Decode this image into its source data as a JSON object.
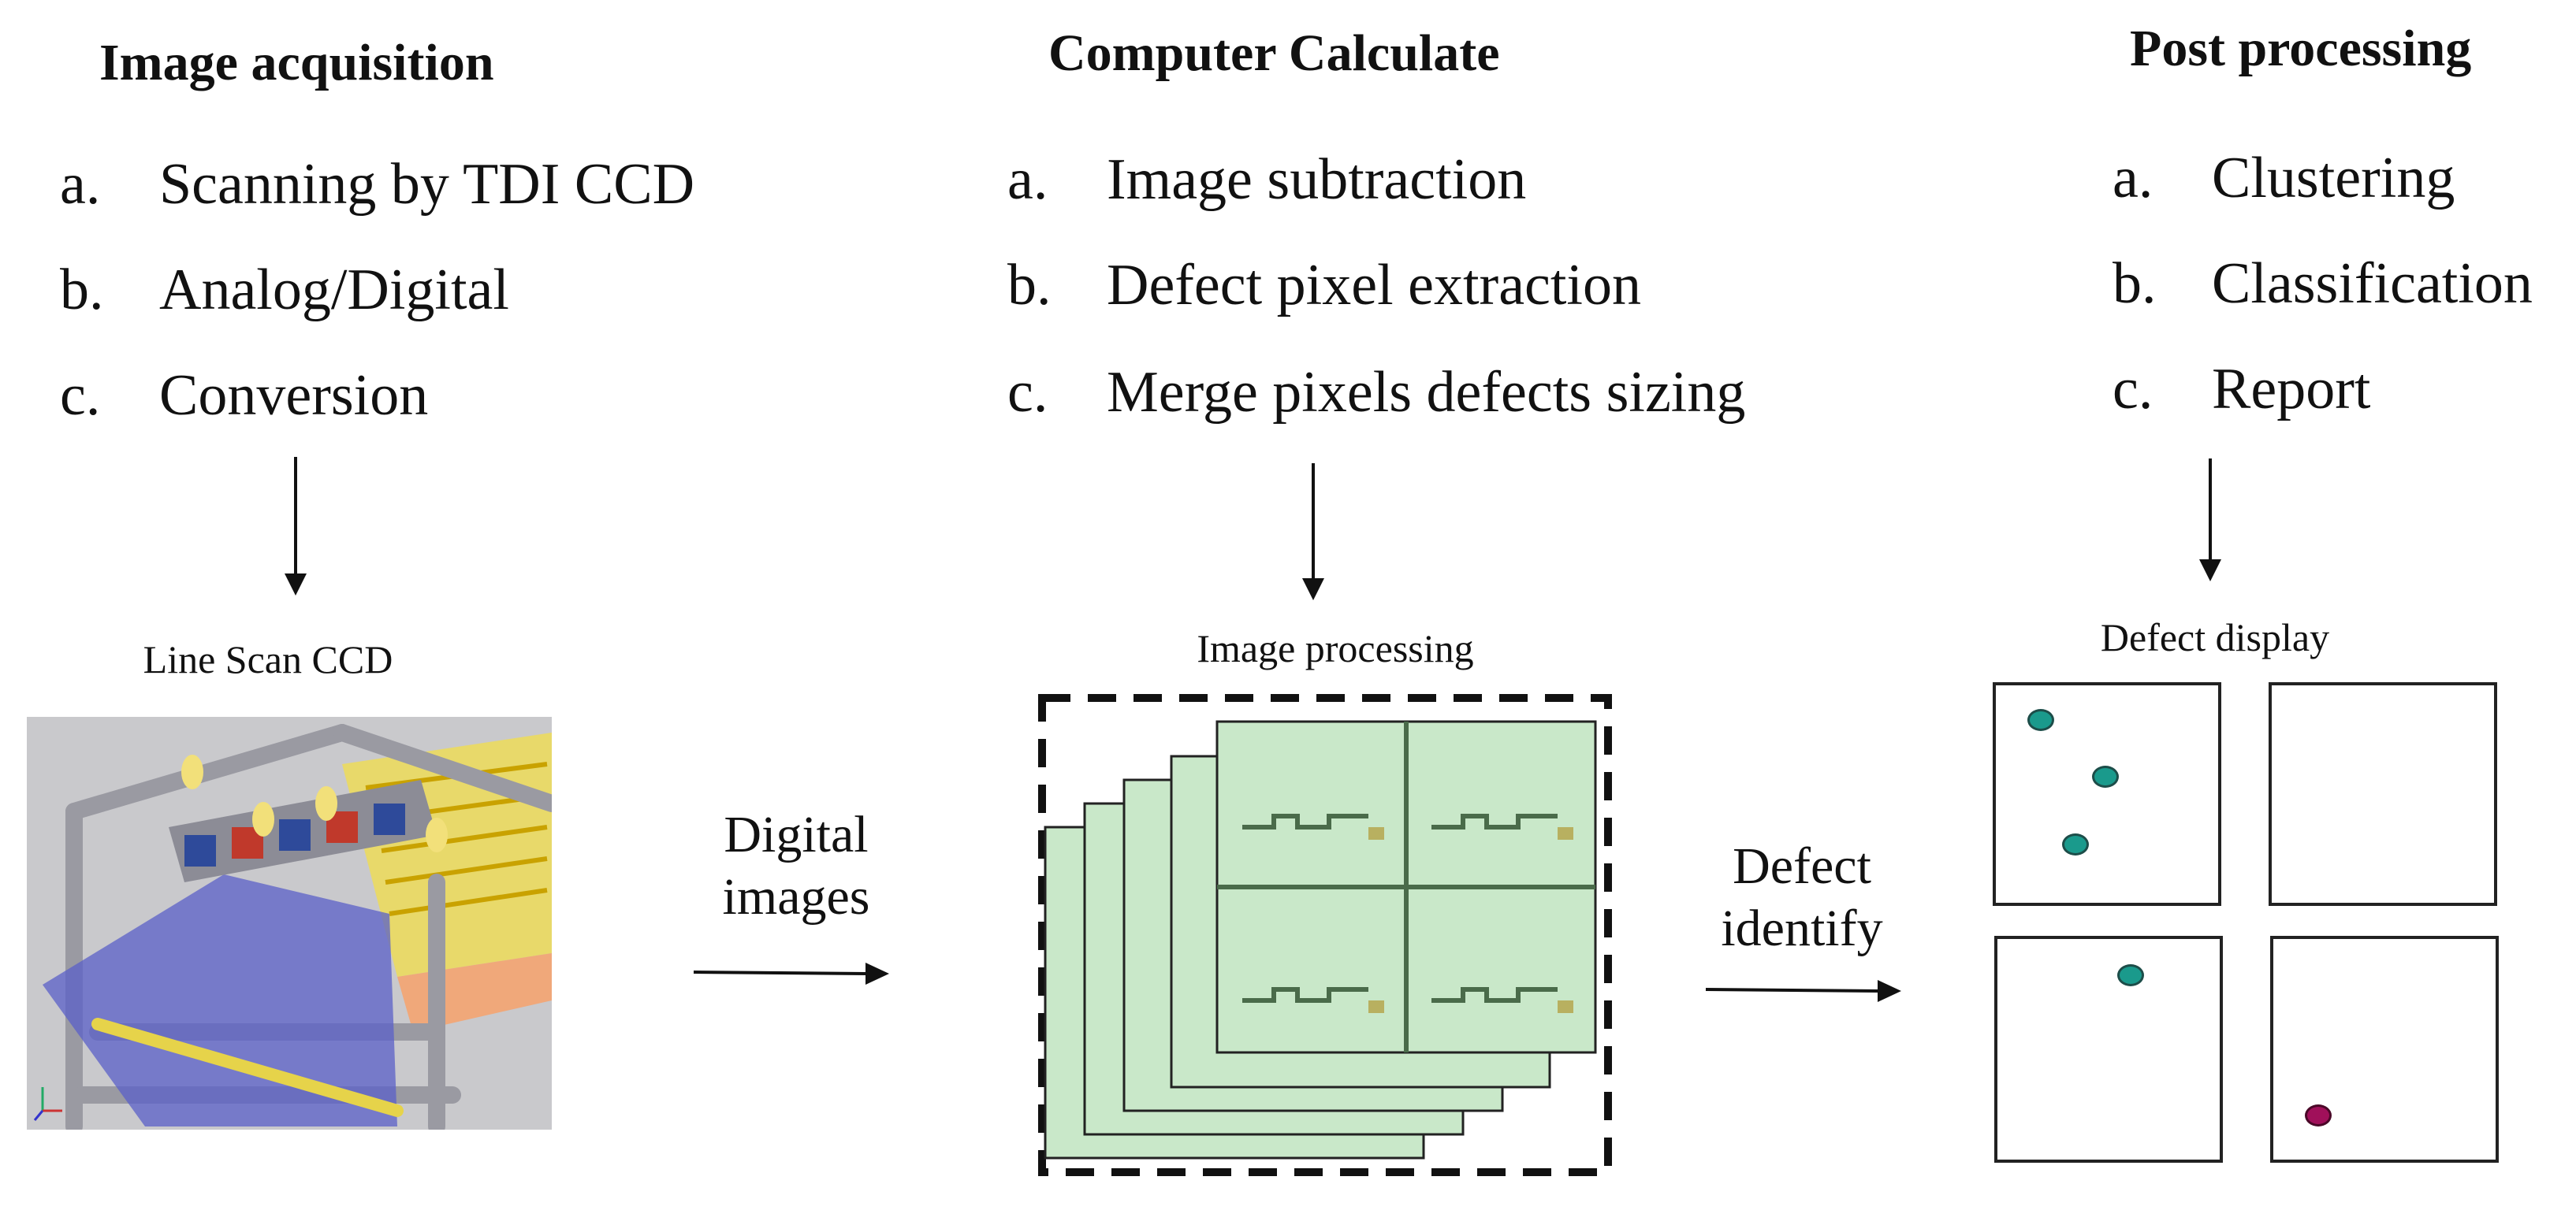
{
  "columns": [
    {
      "title": "Image acquisition",
      "items": [
        {
          "letter": "a.",
          "text": "Scanning by TDI CCD"
        },
        {
          "letter": "b.",
          "text": "Analog/Digital"
        },
        {
          "letter": "c.",
          "text": "Conversion"
        }
      ],
      "caption": "Line Scan CCD"
    },
    {
      "title": "Computer  Calculate",
      "items": [
        {
          "letter": "a.",
          "text": "Image subtraction"
        },
        {
          "letter": "b.",
          "text": "Defect pixel extraction"
        },
        {
          "letter": "c.",
          "text": "Merge pixels defects sizing"
        }
      ],
      "caption": "Image processing"
    },
    {
      "title": "Post processing",
      "items": [
        {
          "letter": "a.",
          "text": "Clustering"
        },
        {
          "letter": "b.",
          "text": "Classification"
        },
        {
          "letter": "c.",
          "text": "Report"
        }
      ],
      "caption": "Defect display"
    }
  ],
  "flows": {
    "digital_images": {
      "line1": "Digital",
      "line2": "images"
    },
    "defect_identify": {
      "line1": "Defect",
      "line2": "identify"
    }
  },
  "colors": {
    "defect_teal": "#1a9a8c",
    "defect_magenta": "#a0105a",
    "panel_green": "#c9e8c9",
    "light_sheet": "#5a5fc8"
  }
}
